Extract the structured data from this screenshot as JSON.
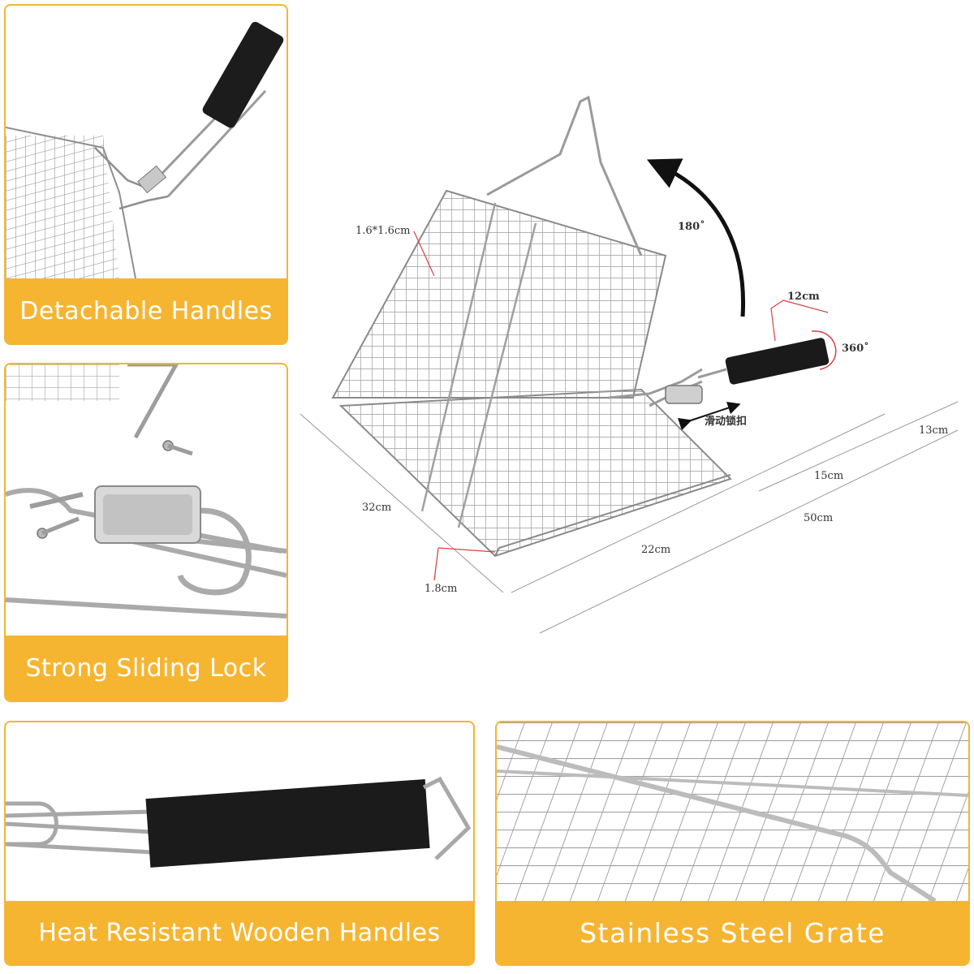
{
  "panels": {
    "detachable": {
      "caption": "Detachable Handles"
    },
    "sliding_lock": {
      "caption": "Strong Sliding Lock"
    },
    "wooden_handles": {
      "caption": "Heat Resistant Wooden Handles"
    },
    "steel_grate": {
      "caption": "Stainless Steel Grate"
    }
  },
  "diagram": {
    "mesh_size": "1.6*1.6cm",
    "rotate_label": "180˚",
    "handle_rotate_label": "360˚",
    "handle_length": "12cm",
    "slide_lock_label": "滑动锁扣",
    "width": "32cm",
    "depth": "1.8cm",
    "length": "22cm",
    "neck_length": "15cm",
    "grip_length": "13cm",
    "total_length": "50cm"
  },
  "colors": {
    "accent": "#f6b531",
    "border": "#f2b632",
    "steel": "#a9a9a9",
    "handle": "#1a1a1a",
    "marker": "#d94040"
  }
}
